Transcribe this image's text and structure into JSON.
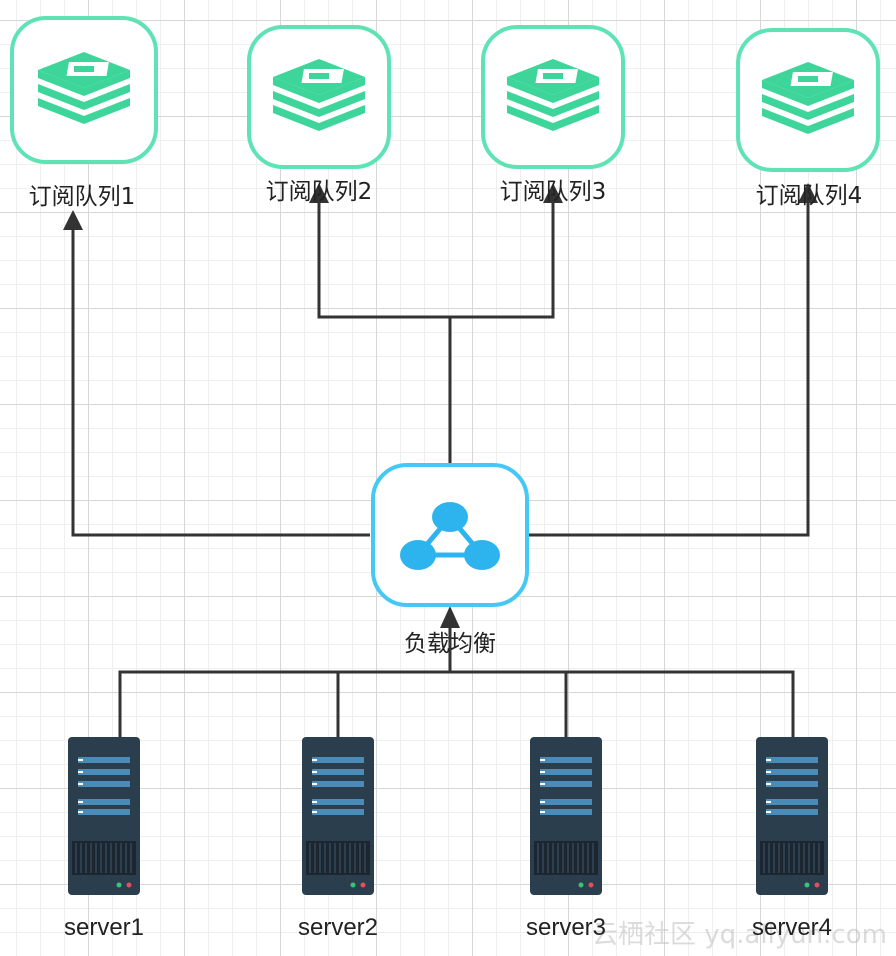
{
  "queues": [
    {
      "label": "订阅队列1"
    },
    {
      "label": "订阅队列2"
    },
    {
      "label": "订阅队列3"
    },
    {
      "label": "订阅队列4"
    }
  ],
  "load_balancer": {
    "label": "负载均衡"
  },
  "servers": [
    {
      "label": "server1"
    },
    {
      "label": "server2"
    },
    {
      "label": "server3"
    },
    {
      "label": "server4"
    }
  ],
  "watermark": "云栖社区 yq.aliyun.com",
  "colors": {
    "queue_border": "#5fe3b5",
    "queue_icon": "#3dd59a",
    "balancer_border": "#46c8f5",
    "balancer_icon": "#2db4ef",
    "server_body": "#2b3e4d",
    "server_slot": "#4a8bb8",
    "connector": "#333333"
  },
  "icons": {
    "queue": "stacked-layers-icon",
    "balancer": "network-nodes-icon",
    "server": "server-rack-icon"
  }
}
